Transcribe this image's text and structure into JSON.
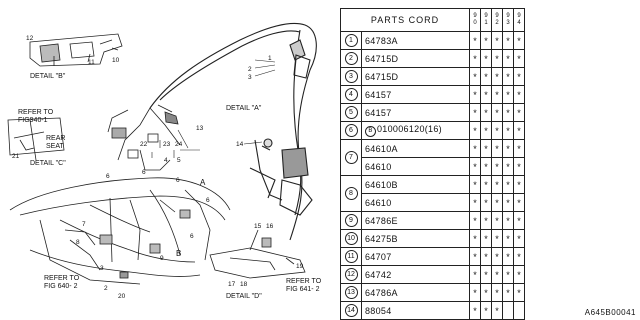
{
  "diagram": {
    "labels": {
      "detail_b": "DETAIL \"B\"",
      "detail_a": "DETAIL \"A\"",
      "detail_c": "DETAIL \"C\"",
      "detail_d": "DETAIL \"D\"",
      "refer_940": "REFER TO",
      "refer_940_fig": "FIG940-1",
      "rear_seat_1": "REAR",
      "rear_seat_2": "SEAT",
      "refer_640_2a": "REFER TO",
      "refer_640_2b": "FIG 640- 2",
      "refer_641_2a": "REFER TO",
      "refer_641_2b": "FIG 641- 2",
      "letter_a": "A",
      "letter_b": "B"
    },
    "callouts": [
      "12",
      "11",
      "10",
      "1",
      "2",
      "3",
      "22",
      "23",
      "24",
      "4",
      "5",
      "13",
      "14",
      "21",
      "6",
      "6",
      "6",
      "6",
      "7",
      "8",
      "9",
      "6",
      "15",
      "16",
      "17",
      "18",
      "19",
      "20",
      "2",
      "3"
    ]
  },
  "table": {
    "header": "PARTS CORD",
    "years": [
      [
        "9",
        "0"
      ],
      [
        "9",
        "1"
      ],
      [
        "9",
        "2"
      ],
      [
        "9",
        "3"
      ],
      [
        "9",
        "4"
      ]
    ],
    "rows": [
      {
        "num": "1",
        "parts": [
          "64783A"
        ],
        "marks": [
          "*",
          "*",
          "*",
          "*",
          "*"
        ]
      },
      {
        "num": "2",
        "parts": [
          "64715D"
        ],
        "marks": [
          "*",
          "*",
          "*",
          "*",
          "*"
        ]
      },
      {
        "num": "3",
        "parts": [
          "64715D"
        ],
        "marks": [
          "*",
          "*",
          "*",
          "*",
          "*"
        ]
      },
      {
        "num": "4",
        "parts": [
          "64157"
        ],
        "marks": [
          "*",
          "*",
          "*",
          "*",
          "*"
        ]
      },
      {
        "num": "5",
        "parts": [
          "64157"
        ],
        "marks": [
          "*",
          "*",
          "*",
          "*",
          "*"
        ]
      },
      {
        "num": "6",
        "parts": [
          "010006120(16)"
        ],
        "bref": "B",
        "marks": [
          "*",
          "*",
          "*",
          "*",
          "*"
        ]
      },
      {
        "num": "7",
        "parts": [
          "64610A",
          "64610"
        ],
        "marks": [
          "*",
          "*",
          "*",
          "*",
          "*"
        ]
      },
      {
        "num": "8",
        "parts": [
          "64610B",
          "64610"
        ],
        "marks": [
          "*",
          "*",
          "*",
          "*",
          "*"
        ]
      },
      {
        "num": "9",
        "parts": [
          "64786E"
        ],
        "marks": [
          "*",
          "*",
          "*",
          "*",
          "*"
        ]
      },
      {
        "num": "10",
        "parts": [
          "64275B"
        ],
        "marks": [
          "*",
          "*",
          "*",
          "*",
          "*"
        ]
      },
      {
        "num": "11",
        "parts": [
          "64707"
        ],
        "marks": [
          "*",
          "*",
          "*",
          "*",
          "*"
        ]
      },
      {
        "num": "12",
        "parts": [
          "64742"
        ],
        "marks": [
          "*",
          "*",
          "*",
          "*",
          "*"
        ]
      },
      {
        "num": "13",
        "parts": [
          "64786A"
        ],
        "marks": [
          "*",
          "*",
          "*",
          "*",
          "*"
        ]
      },
      {
        "num": "14",
        "parts": [
          "88054"
        ],
        "marks": [
          "*",
          "*",
          "*",
          "",
          ""
        ]
      }
    ]
  },
  "footer_code": "A645B00041"
}
